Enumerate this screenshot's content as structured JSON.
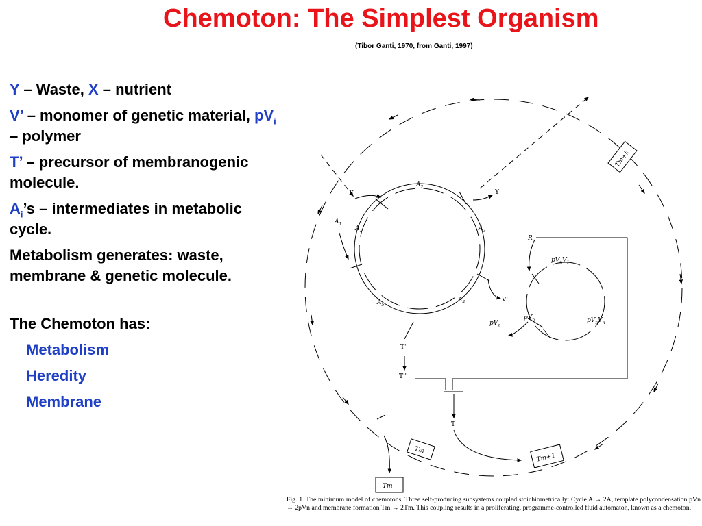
{
  "header": {
    "title": "Chemoton: The Simplest Organism",
    "subtitle": "(Tibor Ganti, 1970, from Ganti, 1997)"
  },
  "definitions": {
    "y_symbol": "Y",
    "y_text": " – Waste, ",
    "x_symbol": "X",
    "x_text": " – nutrient",
    "v_symbol": "V’",
    "v_text": " – monomer of genetic material,  ",
    "pv_symbol": "pV",
    "pv_sub": "i",
    "pv_text": " – polymer",
    "t_symbol": "T’",
    "t_text": " – precursor of membranogenic molecule.",
    "a_symbol": "A",
    "a_sub": "i",
    "a_text": "’s – intermediates in metabolic cycle.",
    "metabolism_text": "Metabolism generates: waste, membrane & genetic molecule."
  },
  "has": {
    "heading": "The Chemoton has:",
    "items": [
      "Metabolism",
      "Heredity",
      "Membrane"
    ]
  },
  "diagram": {
    "labels": {
      "X": "X",
      "Y": "Y",
      "A1": "A",
      "A1b": "A",
      "A2": "A",
      "A3": "A",
      "A4": "A",
      "A5": "A",
      "sub1": "1",
      "sub2": "2",
      "sub3": "3",
      "sub4": "4",
      "sub5": "5",
      "R": "R",
      "Vprime": "V'",
      "pVnV1": "pV",
      "pVnVn": "pV",
      "pVn_a": "pV",
      "pVn_b": "pV",
      "Tprime": "T'",
      "Tdouble": "T''",
      "T": "T",
      "Tm_left": "Tm",
      "Tm_bottom": "Tm",
      "Tm1": "Tm+1",
      "Tmk": "Tm+k"
    }
  },
  "caption": {
    "text": "Fig. 1. The minimum model of chemotons. Three self-producing subsystems coupled stoichiometrically: Cycle A → 2A, template polycondensation pVn → 2pVn and membrane formation Tm → 2Tm. This coupling results in a proliferating, programme-controlled fluid automaton, known as a chemoton."
  }
}
